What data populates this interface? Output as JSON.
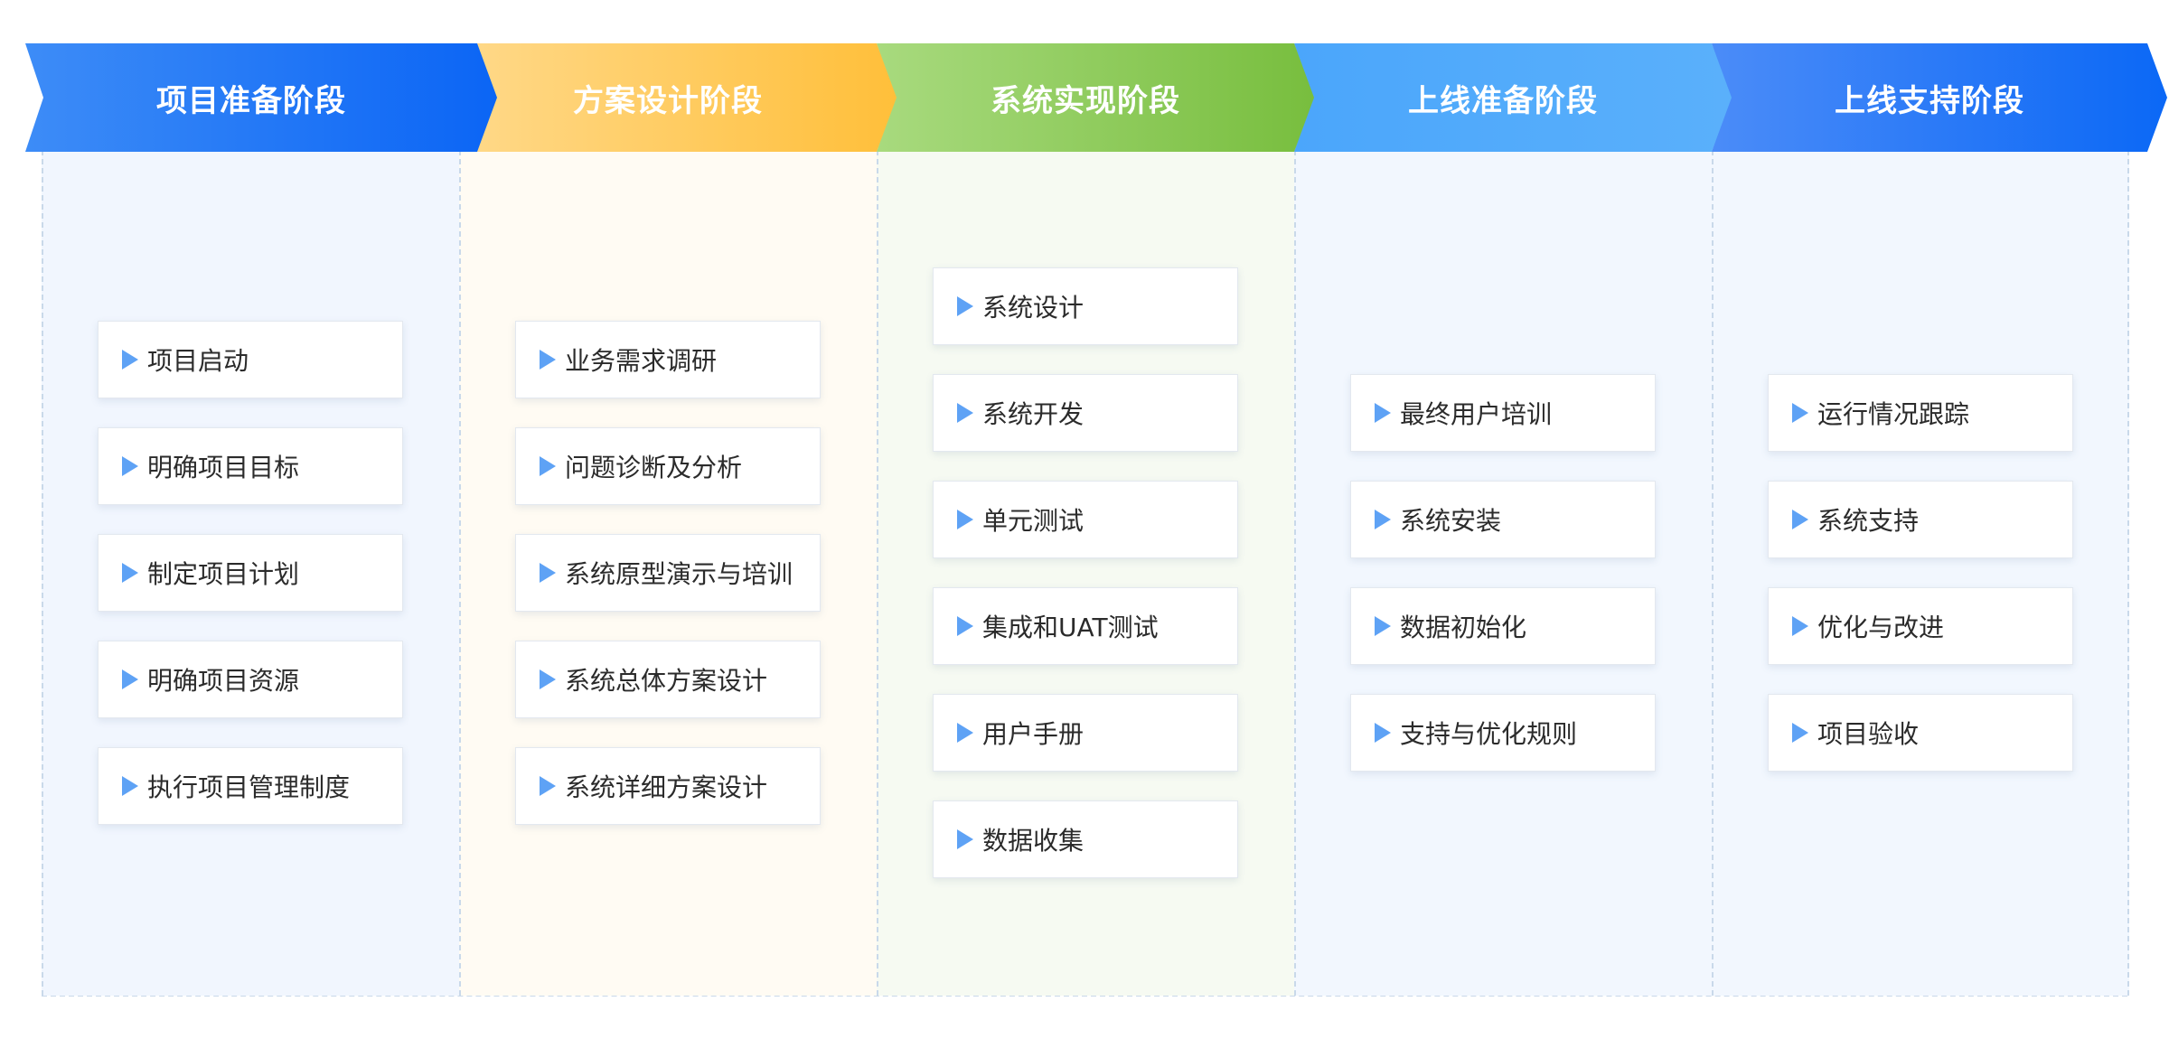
{
  "stages": [
    {
      "title": "项目准备阶段",
      "colors": {
        "from": "#3d8cf7",
        "to": "#0b65f5",
        "panel": "#f1f6fe"
      },
      "items": [
        "项目启动",
        "明确项目目标",
        "制定项目计划",
        "明确项目资源",
        "执行项目管理制度"
      ]
    },
    {
      "title": "方案设计阶段",
      "colors": {
        "from": "#ffd98a",
        "to": "#ffbf3a",
        "panel": "#fffbf3"
      },
      "items": [
        "业务需求调研",
        "问题诊断及分析",
        "系统原型演示与培训",
        "系统总体方案设计",
        "系统详细方案设计"
      ]
    },
    {
      "title": "系统实现阶段",
      "colors": {
        "from": "#a8da7e",
        "to": "#78be3e",
        "panel": "#f6faf2"
      },
      "items": [
        "系统设计",
        "系统开发",
        "单元测试",
        "集成和UAT测试",
        "用户手册",
        "数据收集"
      ]
    },
    {
      "title": "上线准备阶段",
      "colors": {
        "from": "#4ba6fb",
        "to": "#5ab0fb",
        "panel": "#f2f7fe"
      },
      "items": [
        "最终用户培训",
        "系统安装",
        "数据初始化",
        "支持与优化规则"
      ]
    },
    {
      "title": "上线支持阶段",
      "colors": {
        "from": "#4b8cf8",
        "to": "#0b68f6",
        "panel": "#f2f7fe"
      },
      "items": [
        "运行情况跟踪",
        "系统支持",
        "优化与改进",
        "项目验收"
      ]
    }
  ],
  "item_marker_icon": "triangle-right-icon",
  "item_marker_color": "#5ea2f5"
}
